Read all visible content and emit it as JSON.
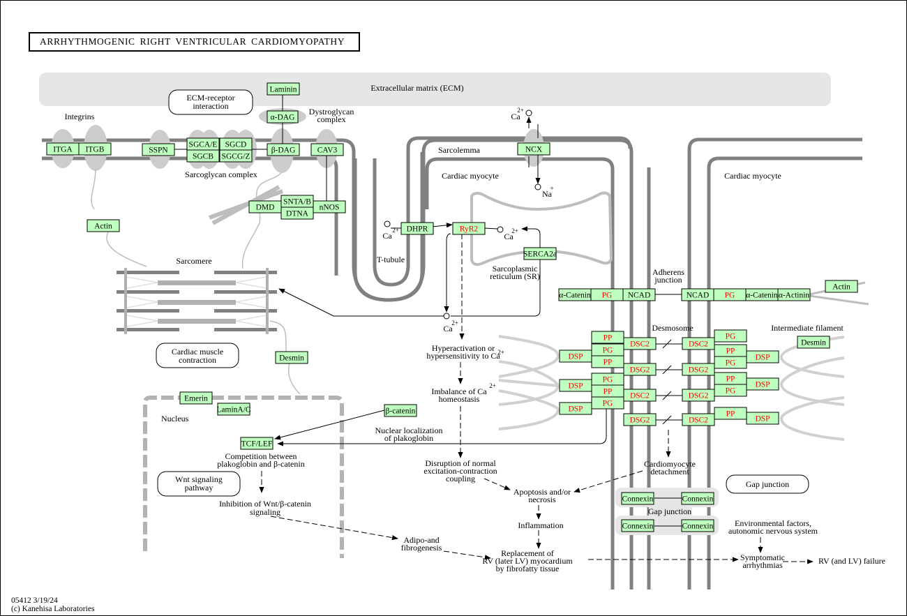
{
  "title": "ARRHYTHMOGENIC RIGHT VENTRICULAR CARDIOMYOPATHY",
  "footer": {
    "id_date": "05412 3/19/24",
    "copyright": "(c) Kanehisa Laboratories"
  },
  "colors": {
    "gene_fill": "#bfffbf",
    "highlight_text": "#ff0000",
    "membrane": "#808080",
    "compartment": "#e6e6e6"
  },
  "compartments": {
    "ecm": "Extracellular matrix (ECM)",
    "integrins": "Integrins",
    "dystroglycan_1": "Dystroglycan",
    "dystroglycan_2": "complex",
    "sarcoglycan": "Sarcoglycan complex",
    "sarcolemma": "Sarcolemma",
    "cardiac_myocyte_left": "Cardiac myocyte",
    "cardiac_myocyte_right": "Cardiac myocyte",
    "t_tubule": "T-tubule",
    "sr_1": "Sarcoplasmic",
    "sr_2": "reticulum (SR)",
    "sarcomere": "Sarcomere",
    "nucleus": "Nucleus",
    "adherens_1": "Adherens",
    "adherens_2": "junction",
    "desmosome": "Desmosome",
    "intermediate_filament": "Intermediate filament",
    "gap_junction": "Gap junction"
  },
  "maps": {
    "ecm_receptor_1": "ECM-receptor",
    "ecm_receptor_2": "interaction",
    "cardiac_muscle_1": "Cardiac muscle",
    "cardiac_muscle_2": "contraction",
    "wnt_1": "Wnt signaling",
    "wnt_2": "pathway",
    "gap_junction": "Gap junction"
  },
  "genes": {
    "laminin": "Laminin",
    "adag": "α-DAG",
    "bdag": "β-DAG",
    "itga": "ITGA",
    "itgb": "ITGB",
    "sspn": "SSPN",
    "sgcae": "SGCA/E",
    "sgcd": "SGCD",
    "sgcb": "SGCB",
    "sgcgz": "SGCG/Z",
    "cav3": "CAV3",
    "dmd": "DMD",
    "snta": "SNTA/B",
    "dtna": "DTNA",
    "nnos": "nNOS",
    "actin_left": "Actin",
    "ncx": "NCX",
    "dhpr": "DHPR",
    "ryr2": "RyR2",
    "serca2a": "SERCA2a",
    "desmin_left": "Desmin",
    "emerin": "Emerin",
    "laminac": "LaminA/C",
    "bcatenin": "β-catenin",
    "tcflef": "TCF/LEF",
    "acat_l": "α-Catenin",
    "pg_l": "PG",
    "ncad_l": "NCAD",
    "ncad_r": "NCAD",
    "pg_r": "PG",
    "acat_r": "α-Catenin",
    "aactinin": "α-Actinin",
    "actin_right": "Actin",
    "desmin_right": "Desmin",
    "pp": "PP",
    "pg": "PG",
    "dsp": "DSP",
    "dsc2": "DSC2",
    "dsg2": "DSG2",
    "connexin": "Connexin"
  },
  "ions": {
    "ca": "Ca",
    "ca_charge": "2+",
    "na": "Na",
    "na_charge": "+"
  },
  "processes": {
    "hyper_1": "Hyperactivation or",
    "hyper_2": "hypersensitivity to Ca",
    "imbalance_1": "Imbalance of Ca",
    "imbalance_2": "homeostasis",
    "nuclear_1": "Nuclear localization",
    "nuclear_2": "of plakoglobin",
    "competition_1": "Competition between",
    "competition_2": "plakoglobin and β-catenin",
    "inhibition_1": "Inhibition of Wnt/β-catenin",
    "inhibition_2": "signaling",
    "disruption_1": "Disruption of normal",
    "disruption_2": "excitation-contraction",
    "disruption_3": "coupling",
    "apoptosis_1": "Apoptosis and/or",
    "apoptosis_2": "necrosis",
    "inflammation": "Inflammation",
    "adipo_1": "Adipo-and",
    "adipo_2": "fibrogenesis",
    "replacement_1": "Replacement of",
    "replacement_2": "RV (later LV) myocardium",
    "replacement_3": "by fibrofatty tissue",
    "detach_1": "Cardiomyocyte",
    "detach_2": "detachment",
    "env_1": "Environmental factors,",
    "env_2": "autonomic nervous system",
    "symptomatic_1": "Symptomatic",
    "symptomatic_2": "arrhythmias",
    "failure": "RV (and LV) failure"
  }
}
